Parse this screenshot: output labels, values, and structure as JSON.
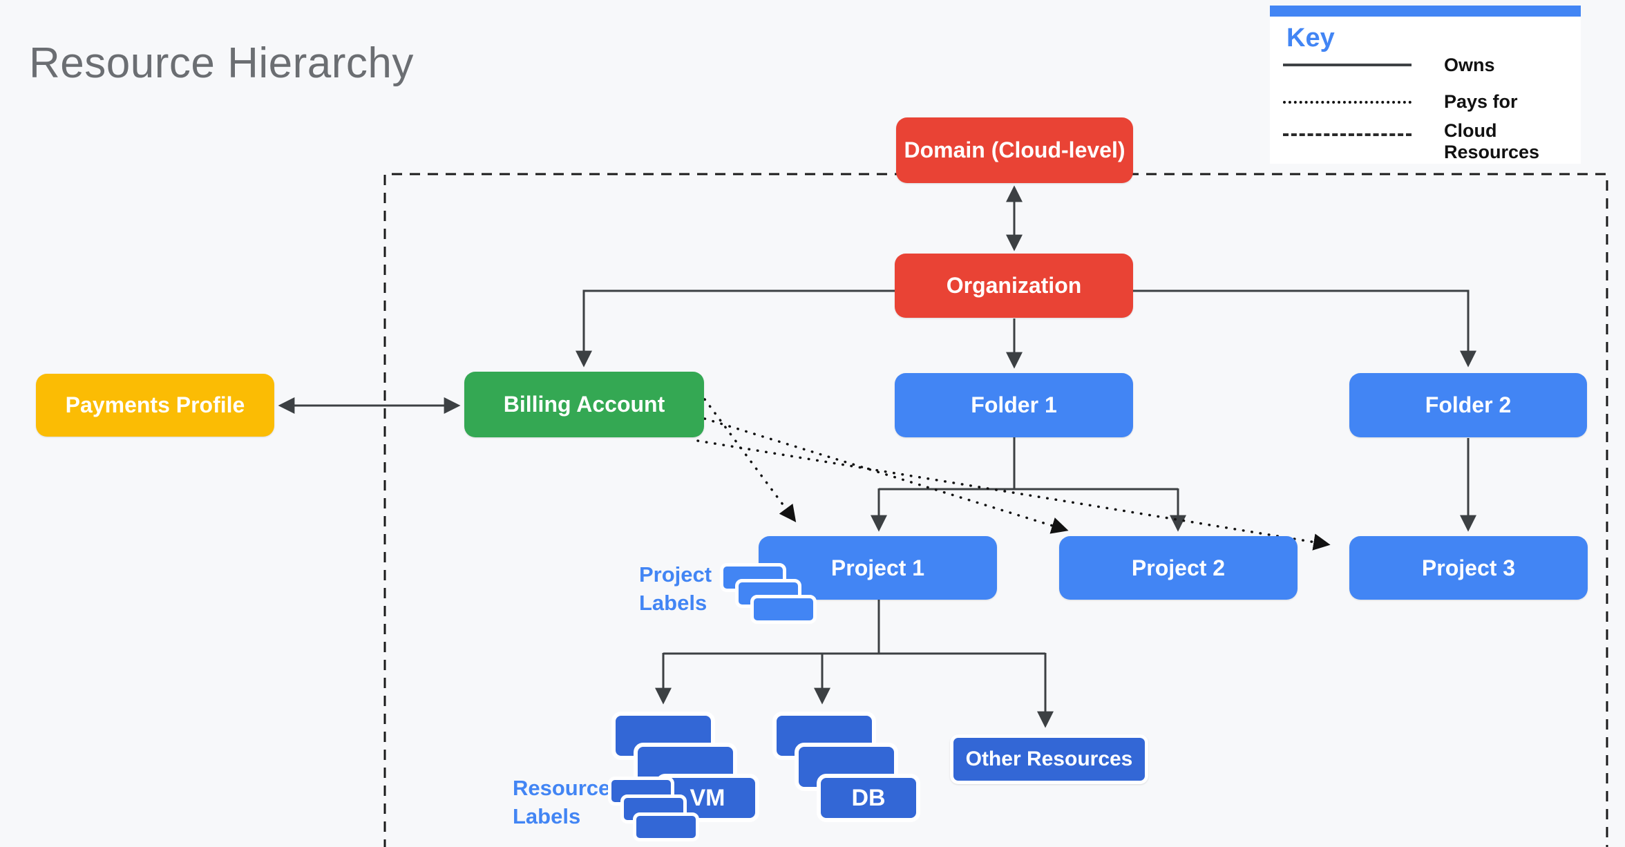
{
  "title": "Resource Hierarchy",
  "key": {
    "title": "Key",
    "owns_label": "Owns",
    "pays_for_label": "Pays for",
    "cloud_resources_label": "Cloud Resources"
  },
  "nodes": {
    "domain": {
      "label": "Domain (Cloud-level)",
      "color": "#e94335"
    },
    "organization": {
      "label": "Organization",
      "color": "#e94335"
    },
    "payments_profile": {
      "label": "Payments Profile",
      "color": "#fbbc04"
    },
    "billing_account": {
      "label": "Billing Account",
      "color": "#34a853"
    },
    "folder_1": {
      "label": "Folder 1",
      "color": "#4285f4"
    },
    "folder_2": {
      "label": "Folder 2",
      "color": "#4285f4"
    },
    "project_1": {
      "label": "Project 1",
      "color": "#4285f4"
    },
    "project_2": {
      "label": "Project 2",
      "color": "#4285f4"
    },
    "project_3": {
      "label": "Project 3",
      "color": "#4285f4"
    },
    "vm": {
      "label": "VM",
      "color": "#3367d6"
    },
    "db": {
      "label": "DB",
      "color": "#3367d6"
    },
    "other_resources": {
      "label": "Other Resources",
      "color": "#3367d6"
    }
  },
  "annotations": {
    "project_labels": "Project Labels",
    "resource_labels": "Resource Labels"
  },
  "icons": {
    "project_labels_stack": "stacked-label-cards",
    "resource_labels_stack": "stacked-label-cards",
    "vm_stack": "stacked-resource-cards",
    "db_stack": "stacked-resource-cards"
  },
  "colors": {
    "background": "#f7f8fa",
    "connector": "#3c4043",
    "dashed_border": "#1a1a1a",
    "accent_blue": "#4285f4",
    "label_card_blue": "#4285f4",
    "resource_card_blue": "#3367d6",
    "title_gray": "#6b6e72"
  }
}
